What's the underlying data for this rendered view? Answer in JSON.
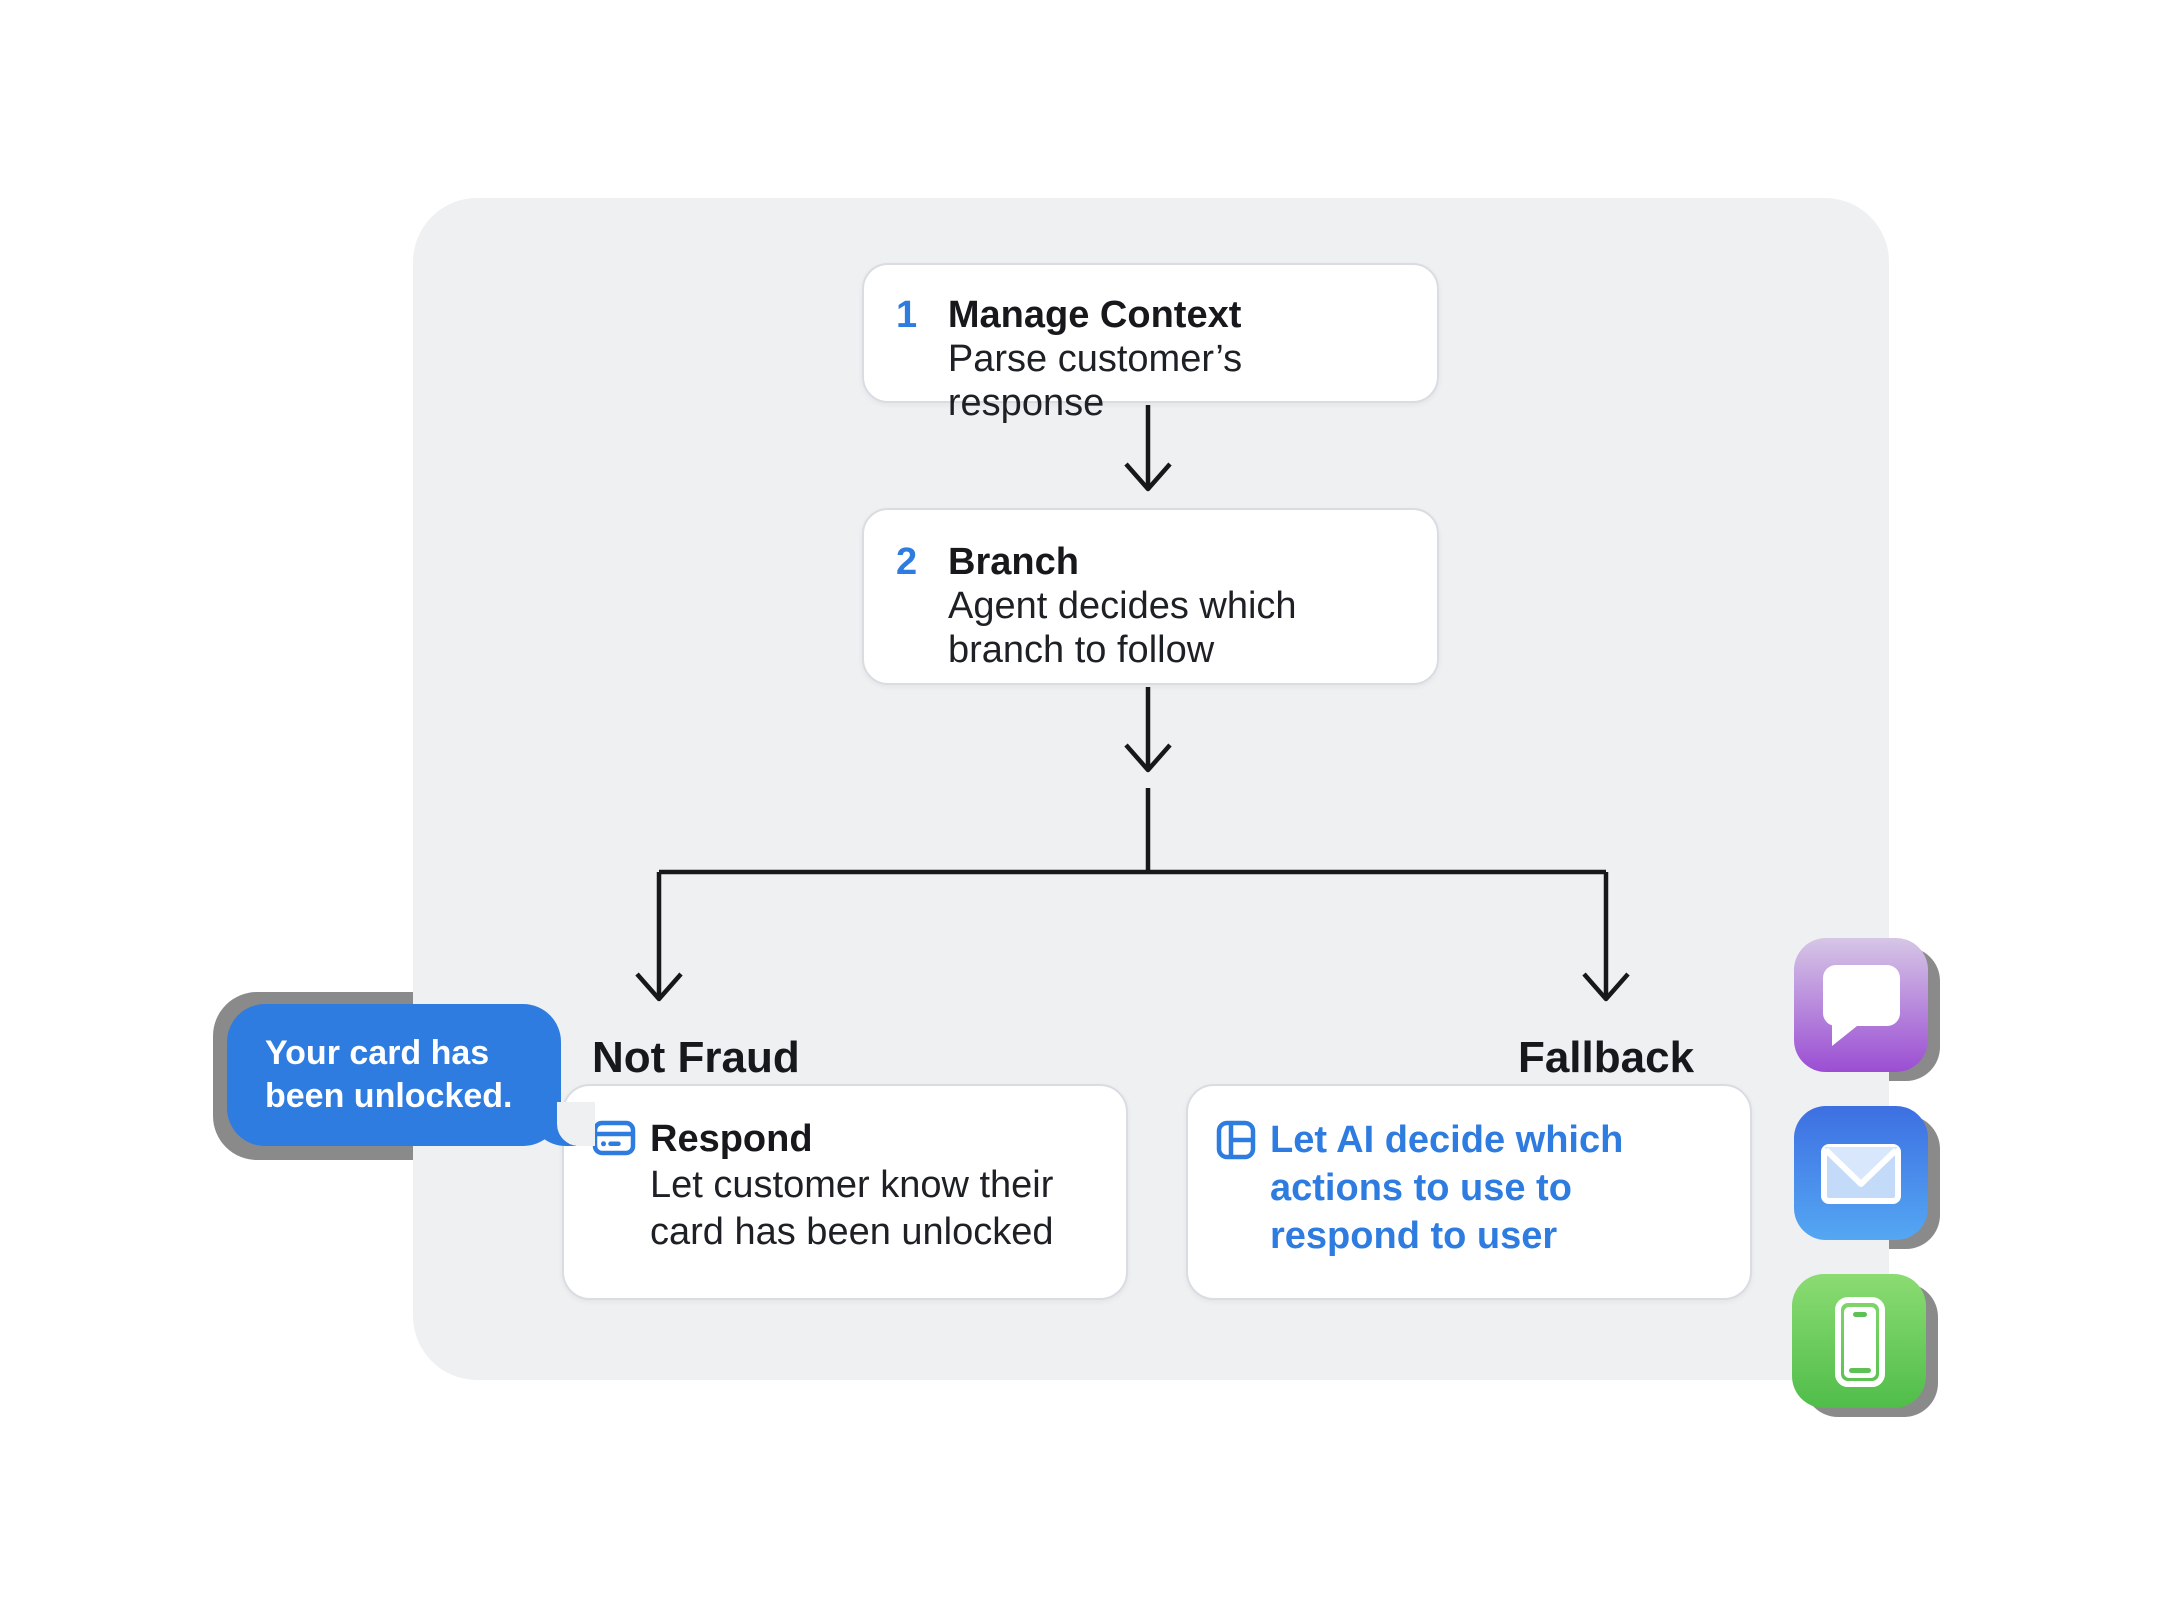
{
  "colors": {
    "accent_blue": "#2e7ce0",
    "panel_gray": "#eef0f2",
    "text_dark": "#16181c",
    "card_border": "#d9dce1",
    "hard_shadow": "#8a8a8a",
    "messages_icon_gradient": [
      "#d6c6e6",
      "#9b4ed3"
    ],
    "mail_icon_gradient": [
      "#3d6fe2",
      "#54a7f3"
    ],
    "phone_icon_gradient": [
      "#8bdc72",
      "#50bd4a"
    ]
  },
  "flow": {
    "steps": [
      {
        "number": "1",
        "title": "Manage Context",
        "description_lines": [
          "Parse customer’s response"
        ]
      },
      {
        "number": "2",
        "title": "Branch",
        "description_lines": [
          "Agent decides which",
          "branch to follow"
        ]
      }
    ],
    "branch_labels": {
      "left": "Not Fraud",
      "right": "Fallback"
    },
    "action_cards": {
      "not_fraud": {
        "icon": "credit-card-icon",
        "title": "Respond",
        "description_lines": [
          "Let customer know their",
          "card has been unlocked"
        ]
      },
      "fallback": {
        "icon": "table-grid-icon",
        "text_lines": [
          "Let AI decide which",
          "actions to use to",
          "respond to user"
        ]
      }
    }
  },
  "chat_bubble": {
    "text": "Your card has been unlocked."
  },
  "app_icons": [
    {
      "name": "messages-app-icon"
    },
    {
      "name": "mail-app-icon"
    },
    {
      "name": "phone-app-icon"
    }
  ]
}
